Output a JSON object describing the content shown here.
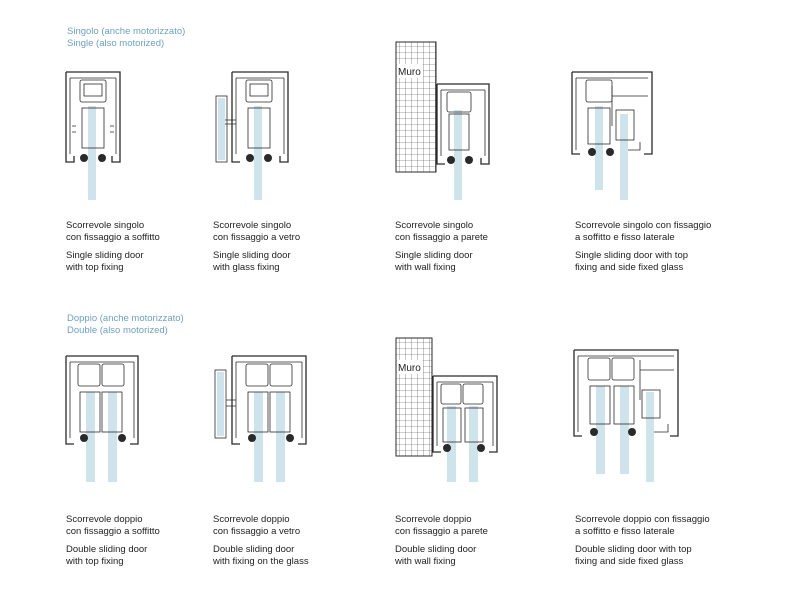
{
  "sections": [
    {
      "title_it": "Singolo (anche motorizzato)",
      "title_en": "Single (also motorized)",
      "items": [
        {
          "it": [
            "Scorrevole singolo",
            "con fissaggio a soffitto"
          ],
          "en": [
            "Single sliding door",
            "with top fixing"
          ]
        },
        {
          "it": [
            "Scorrevole singolo",
            "con fissaggio a vetro"
          ],
          "en": [
            "Single sliding door",
            "with glass fixing"
          ]
        },
        {
          "it": [
            "Scorrevole singolo",
            "con fissaggio a parete"
          ],
          "en": [
            "Single sliding door",
            "with wall fixing"
          ]
        },
        {
          "it": [
            "Scorrevole singolo con fissaggio",
            "a soffitto e fisso laterale"
          ],
          "en": [
            "Single sliding door with top",
            "fixing and side fixed glass"
          ]
        }
      ]
    },
    {
      "title_it": "Doppio (anche motorizzato)",
      "title_en": "Double (also motorized)",
      "items": [
        {
          "it": [
            "Scorrevole doppio",
            "con fissaggio a soffitto"
          ],
          "en": [
            "Double sliding door",
            "with top fixing"
          ]
        },
        {
          "it": [
            "Scorrevole doppio",
            "con fissaggio a vetro"
          ],
          "en": [
            "Double sliding door",
            "with fixing on the glass"
          ]
        },
        {
          "it": [
            "Scorrevole doppio",
            "con fissaggio a parete"
          ],
          "en": [
            "Double sliding door",
            "with wall fixing"
          ]
        },
        {
          "it": [
            "Scorrevole doppio con fissaggio",
            "a soffitto e fisso laterale"
          ],
          "en": [
            "Double sliding door with top",
            "fixing and side fixed glass"
          ]
        }
      ]
    }
  ],
  "wall_label": "Muro",
  "colors": {
    "title": "#6fa0bf",
    "glass": "#cfe3ec",
    "line": "#2a2a2a"
  }
}
